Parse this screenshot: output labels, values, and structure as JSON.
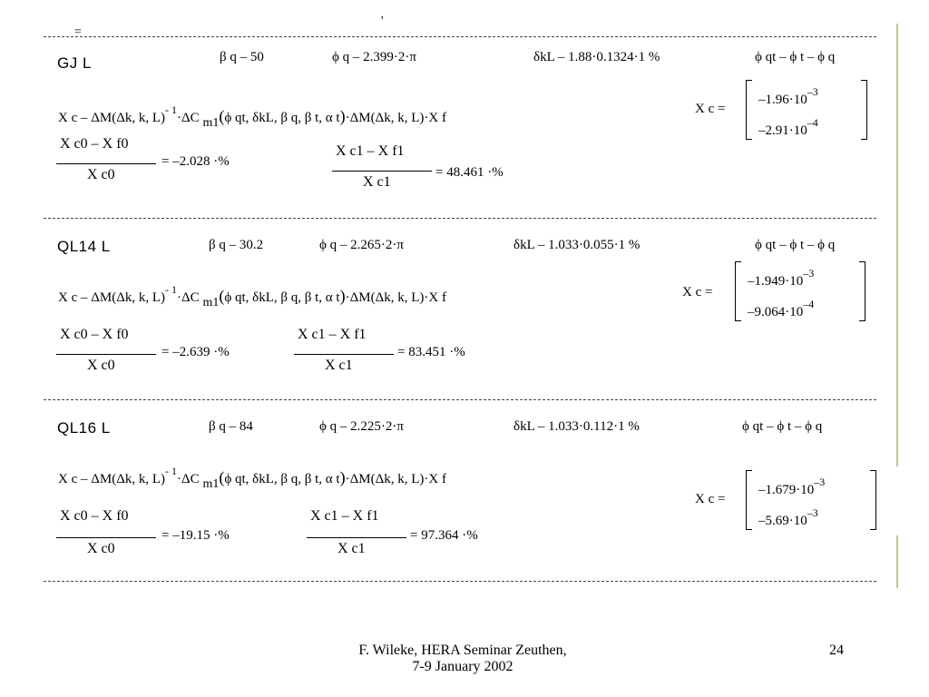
{
  "top_marks": {
    "left": "=",
    "center": "'"
  },
  "sections": [
    {
      "title": "GJ L",
      "beta_q": "β q  –  50",
      "phi_q": "ϕ q  –  2.399·2·π",
      "dkl": "δkL  –  1.88·0.1324·1  %",
      "phi_qt": "ϕ qt  –  ϕ t – ϕ q",
      "xc_eq": "X c  –  ΔM(Δk, k, L)",
      "xc_eq_mid": "·ΔC",
      "xc_eq_m1": "m1",
      "xc_eq_args": "ϕ qt, δkL, β q, β t, α t",
      "xc_eq_tail": "·ΔM(Δk, k, L)·X f",
      "minus_one": "- 1",
      "xc_label": "X c =",
      "matrix": [
        "–1.96·10",
        "–2.91·10"
      ],
      "matrix_exp": [
        "–3",
        "–4"
      ],
      "frac0_num": "X c0 – X f0",
      "frac0_den": "X c0",
      "frac0_val": "=  –2.028 ·%",
      "frac1_num": "X c1 – X f1",
      "frac1_den": "X c1",
      "frac1_val": "=  48.461 ·%"
    },
    {
      "title": "QL14 L",
      "beta_q": "β q  –  30.2",
      "phi_q": "ϕ q  –  2.265·2·π",
      "dkl": "δkL  –  1.033·0.055·1  %",
      "phi_qt": "ϕ qt  –  ϕ t – ϕ q",
      "xc_eq": "X c  –  ΔM(Δk, k, L)",
      "xc_eq_mid": "·ΔC",
      "xc_eq_m1": "m1",
      "xc_eq_args": "ϕ qt, δkL, β q, β t, α t",
      "xc_eq_tail": "·ΔM(Δk, k, L)·X f",
      "minus_one": "- 1",
      "xc_label": "X c =",
      "matrix": [
        "–1.949·10",
        "–9.064·10"
      ],
      "matrix_exp": [
        "–3",
        "–4"
      ],
      "frac0_num": "X c0 – X f0",
      "frac0_den": "X c0",
      "frac0_val": "=  –2.639 ·%",
      "frac1_num": "X c1 – X f1",
      "frac1_den": "X c1",
      "frac1_val": "=  83.451 ·%"
    },
    {
      "title": "QL16 L",
      "beta_q": "β q  –  84",
      "phi_q": "ϕ q  –  2.225·2·π",
      "dkl": "δkL  –  1.033·0.112·1  %",
      "phi_qt": "ϕ qt  –  ϕ t – ϕ q",
      "xc_eq": "X c  –  ΔM(Δk, k, L)",
      "xc_eq_mid": "·ΔC",
      "xc_eq_m1": "m1",
      "xc_eq_args": "ϕ qt, δkL, β q, β t, α t",
      "xc_eq_tail": "·ΔM(Δk, k, L)·X f",
      "minus_one": "- 1",
      "xc_label": "X c =",
      "matrix": [
        "–1.679·10",
        "–5.69·10"
      ],
      "matrix_exp": [
        "–3",
        "–3"
      ],
      "frac0_num": "X c0 – X f0",
      "frac0_den": "X c0",
      "frac0_val": "=  –19.15 ·%",
      "frac1_num": "X c1 – X f1",
      "frac1_den": "X c1",
      "frac1_val": "=  97.364 ·%"
    }
  ],
  "footer": {
    "line1": "F. Wileke, HERA Seminar Zeuthen,",
    "line2": "7-9 January 2002",
    "page": "24"
  }
}
